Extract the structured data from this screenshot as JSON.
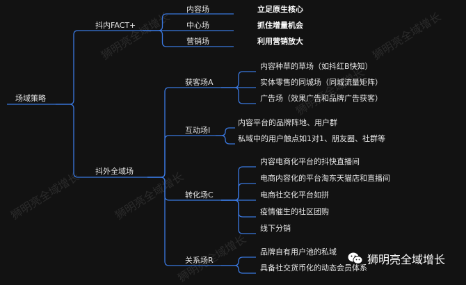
{
  "colors": {
    "background": "#121212",
    "line": "#3a78e0",
    "text": "#e6e6e6"
  },
  "root": "场域策略",
  "branches": [
    {
      "label": "抖内FACT+",
      "children": [
        {
          "label": "内容场",
          "detail": "立足原生核心"
        },
        {
          "label": "中心场",
          "detail": "抓住增量机会"
        },
        {
          "label": "营销场",
          "detail": "利用营销放大"
        }
      ]
    },
    {
      "label": "抖外全域场",
      "children": [
        {
          "label": "获客场A",
          "items": [
            "内容种草的草场（如抖红B快知）",
            "实体零售的同城场（同城流量矩阵）",
            "广告场（效果广告和品牌广告获客）"
          ]
        },
        {
          "label": "互动场I",
          "items": [
            "内容平台的品牌阵地、用户群",
            "私域中的用户触点如1对1、朋友圈、社群等"
          ]
        },
        {
          "label": "转化场C",
          "items": [
            "内容电商化平台的抖快直播间",
            "电商内容化的平台淘东天猫店和直播间",
            "电商社交化平台如拼",
            "疫情催生的社区团购",
            "线下分销"
          ]
        },
        {
          "label": "关系场R",
          "items": [
            "品牌自有用户池的私域",
            "具备社交货币化的动态会员体系"
          ]
        }
      ]
    }
  ],
  "watermark": "狮明亮全域增长",
  "logo": {
    "icon": "wechat-icon",
    "text": "狮明亮全域增长"
  }
}
